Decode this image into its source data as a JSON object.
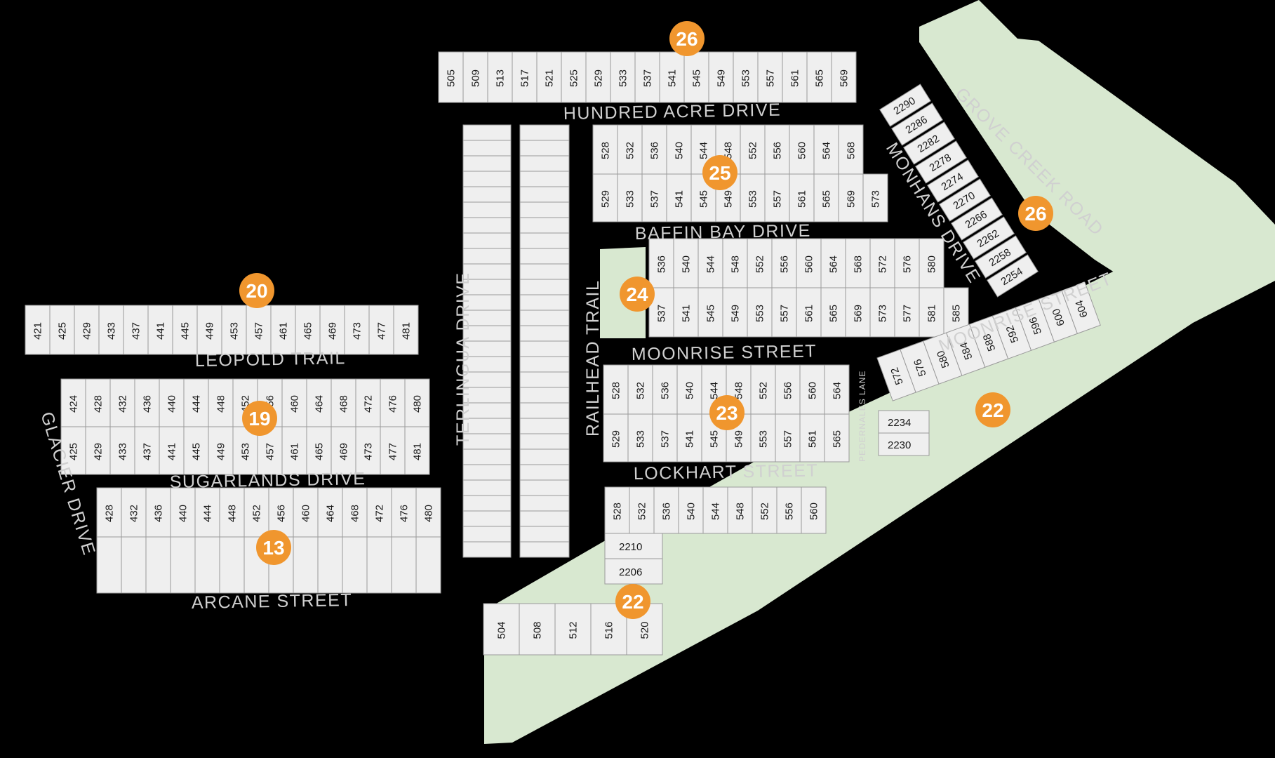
{
  "colors": {
    "background": "#000000",
    "lot": "#efefef",
    "green": "#d8e8d0",
    "badge": "#f0962e",
    "road_text": "#d0d0d0"
  },
  "streets": {
    "hundred_acre": "HUNDRED ACRE DRIVE",
    "grove_creek": "GROVE CREEK ROAD",
    "monhans": "MONHANS DRIVE",
    "baffin_bay": "BAFFIN BAY DRIVE",
    "moonrise_center": "MOONRISE STREET",
    "moonrise_right": "MOONRISE STREET",
    "railhead": "RAILHEAD TRAIL",
    "terlingua": "TERLINGUA DRIVE",
    "leopold": "LEOPOLD TRAIL",
    "sugarlands": "SUGARLANDS DRIVE",
    "glacier": "GLACIER DRIVE",
    "arcane": "ARCANE STREET",
    "lockhart": "LOCKHART STREET",
    "pedernales": "PEDERNALES LANE"
  },
  "badges": [
    "26",
    "26",
    "25",
    "24",
    "20",
    "19",
    "23",
    "22",
    "13",
    "22"
  ],
  "rows": {
    "top": [
      "505",
      "509",
      "513",
      "517",
      "521",
      "525",
      "529",
      "533",
      "537",
      "541",
      "545",
      "549",
      "553",
      "557",
      "561",
      "565",
      "569"
    ],
    "baffin_north": [
      "528",
      "532",
      "536",
      "540",
      "544",
      "548",
      "552",
      "556",
      "560",
      "564",
      "568"
    ],
    "baffin_south": [
      "529",
      "533",
      "537",
      "541",
      "545",
      "549",
      "553",
      "557",
      "561",
      "565",
      "569",
      "573"
    ],
    "moon_north": [
      "536",
      "540",
      "544",
      "548",
      "552",
      "556",
      "560",
      "564",
      "568",
      "572",
      "576",
      "580"
    ],
    "moon_south": [
      "537",
      "541",
      "545",
      "549",
      "553",
      "557",
      "561",
      "565",
      "569",
      "573",
      "577",
      "581",
      "585"
    ],
    "lock_north": [
      "528",
      "532",
      "536",
      "540",
      "544",
      "548",
      "552",
      "556",
      "560",
      "564"
    ],
    "lock_south": [
      "529",
      "533",
      "537",
      "541",
      "545",
      "549",
      "553",
      "557",
      "561",
      "565"
    ],
    "south_block": [
      "528",
      "532",
      "536",
      "540",
      "544",
      "548",
      "552",
      "556",
      "560"
    ],
    "south_extra": [
      "2210",
      "2206"
    ],
    "bottom": [
      "504",
      "508",
      "512",
      "516",
      "520"
    ],
    "leopold_north": [
      "421",
      "425",
      "429",
      "433",
      "437",
      "441",
      "445",
      "449",
      "453",
      "457",
      "461",
      "465",
      "469",
      "473",
      "477",
      "481"
    ],
    "sugar_north": [
      "424",
      "428",
      "432",
      "436",
      "440",
      "444",
      "448",
      "452",
      "456",
      "460",
      "464",
      "468",
      "472",
      "476",
      "480"
    ],
    "sugar_south": [
      "425",
      "429",
      "433",
      "437",
      "441",
      "445",
      "449",
      "453",
      "457",
      "461",
      "465",
      "469",
      "473",
      "477",
      "481"
    ],
    "arcane_north": [
      "428",
      "432",
      "436",
      "440",
      "444",
      "448",
      "452",
      "456",
      "460",
      "464",
      "468",
      "472",
      "476",
      "480"
    ],
    "monhans": [
      "2290",
      "2286",
      "2282",
      "2278",
      "2274",
      "2270",
      "2266",
      "2262",
      "2258",
      "2254"
    ],
    "east_diag": [
      "572",
      "576",
      "580",
      "584",
      "588",
      "592",
      "596",
      "600",
      "604"
    ],
    "pedernales": [
      "2234",
      "2230"
    ]
  }
}
